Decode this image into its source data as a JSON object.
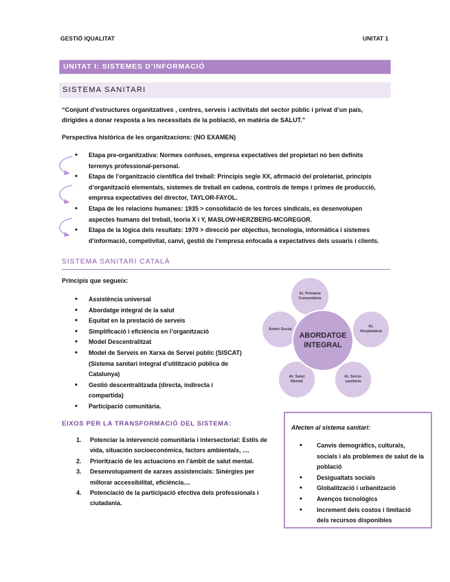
{
  "header": {
    "left": "GESTIÓ IQUALITAT",
    "right": "UNITAT 1"
  },
  "title_bar": "UNITAT I: SISTEMES D’INFORMACIÓ",
  "section1": {
    "heading": "SISTEMA SANITARI",
    "quote_line1": "“Conjunt d’estructures organitzatives , centres, serveis i activitats del sector públic i privat d’un país,",
    "quote_line2": "dirigides a donar resposta a les necessitats de la població, en matèria de SALUT.”",
    "perspective": "Perspectiva històrica de les organitzacions: (NO EXAMEN)",
    "stages": [
      {
        "line1": "Etapa pre-organitzativa: Normes confuses, empresa expectatives del propietari no ben definits",
        "line2": "terrenys professional-personal."
      },
      {
        "line1": "Etapa de l’organització científica del treball: Principis segle XX, afirmació del proletariat, principis",
        "line2": "d’organització elementals, sistemes de treball en cadena, controls de temps i primes de producció,",
        "line3": "empresa expectatives del director, TAYLOR-FAYOL."
      },
      {
        "line1": "Etapa de les relacions humanes: 1935 > consolidació de les forces sindicals, es desenvolupen",
        "line2": "aspectes humans del treball, teoria X i Y, MASLOW-HERZBERG-MCGREGOR."
      },
      {
        "line1": "Etapa de la lògica dels resultats: 1970 > direcció per objectius, tecnologia, informàtica i sistemes",
        "line2": "d’informació, competivitat, canvi, gestió de l’empresa enfocada a expectatives dels usuaris i clients."
      }
    ]
  },
  "section2": {
    "heading": "SISTEMA SANITARI CATALÀ",
    "intro": "Principis que segueix:",
    "principles": [
      {
        "lines": [
          "Assistència universal"
        ]
      },
      {
        "lines": [
          "Abordatge integral de la salut"
        ]
      },
      {
        "lines": [
          "Equitat en la prestació de serveis"
        ]
      },
      {
        "lines": [
          "Simplificació i eficiència en l’organització"
        ]
      },
      {
        "lines": [
          "Model Descentralitzat"
        ]
      },
      {
        "lines": [
          "Model de Serveis en Xarxa de Servei públic (SISCAT)",
          "(Sistema sanitari integral d’utilització pública de",
          "Catalunya)"
        ]
      },
      {
        "lines": [
          "Gestió descentralitzada (directa, indirecta i",
          "compartida)"
        ]
      },
      {
        "lines": [
          "Participació comunitària."
        ]
      }
    ],
    "diagram": {
      "center": [
        "ABORDATGE",
        "INTEGRAL"
      ],
      "nodes": [
        [
          "At. Primària",
          "Comunitària"
        ],
        [
          "At.",
          "Hospitalària"
        ],
        [
          "At. Socio-",
          "sanitària"
        ],
        [
          "At. Salut",
          "Mental"
        ],
        [
          "Àmbit Social"
        ]
      ]
    }
  },
  "section3": {
    "heading": "EIXOS PER LA TRANSFORMACIÓ DEL SISTEMA:",
    "items": [
      {
        "num": "1.",
        "lines": [
          "Potenciar la intervenció comunitària i intersectorial: Estils de",
          "vida, situación socioeconómica, factors ambientals, ...."
        ]
      },
      {
        "num": "2.",
        "lines": [
          "Priorització de les actuacions en l’àmbit de salut mental."
        ]
      },
      {
        "num": "3.",
        "lines": [
          "Desenvolupament de xarxes assistencials: Sinèrgies per",
          "millorar accessibilitat, eficiència...."
        ]
      },
      {
        "num": "4.",
        "lines": [
          "Potenciació de la participació efectiva dels professionals i",
          "ciutadania."
        ]
      }
    ]
  },
  "box": {
    "title": "Afecten al sistema sanitari:",
    "items": [
      {
        "lines": [
          "Canvis demogràfics, culturals,",
          "socials i als problemes de salut de la",
          "població"
        ]
      },
      {
        "lines": [
          "Desigualtats socials"
        ]
      },
      {
        "lines": [
          "Globalització i urbanització"
        ]
      },
      {
        "lines": [
          "Avenços tecnològics"
        ]
      },
      {
        "lines": [
          "Increment dels costos i limitació",
          "dels recursos disponibles"
        ]
      }
    ]
  },
  "colors": {
    "title_bar": "#ad84c6",
    "sub_bar": "#efe6f4",
    "accent_text": "#8e5bb0",
    "arrow": "#b58fd6"
  }
}
